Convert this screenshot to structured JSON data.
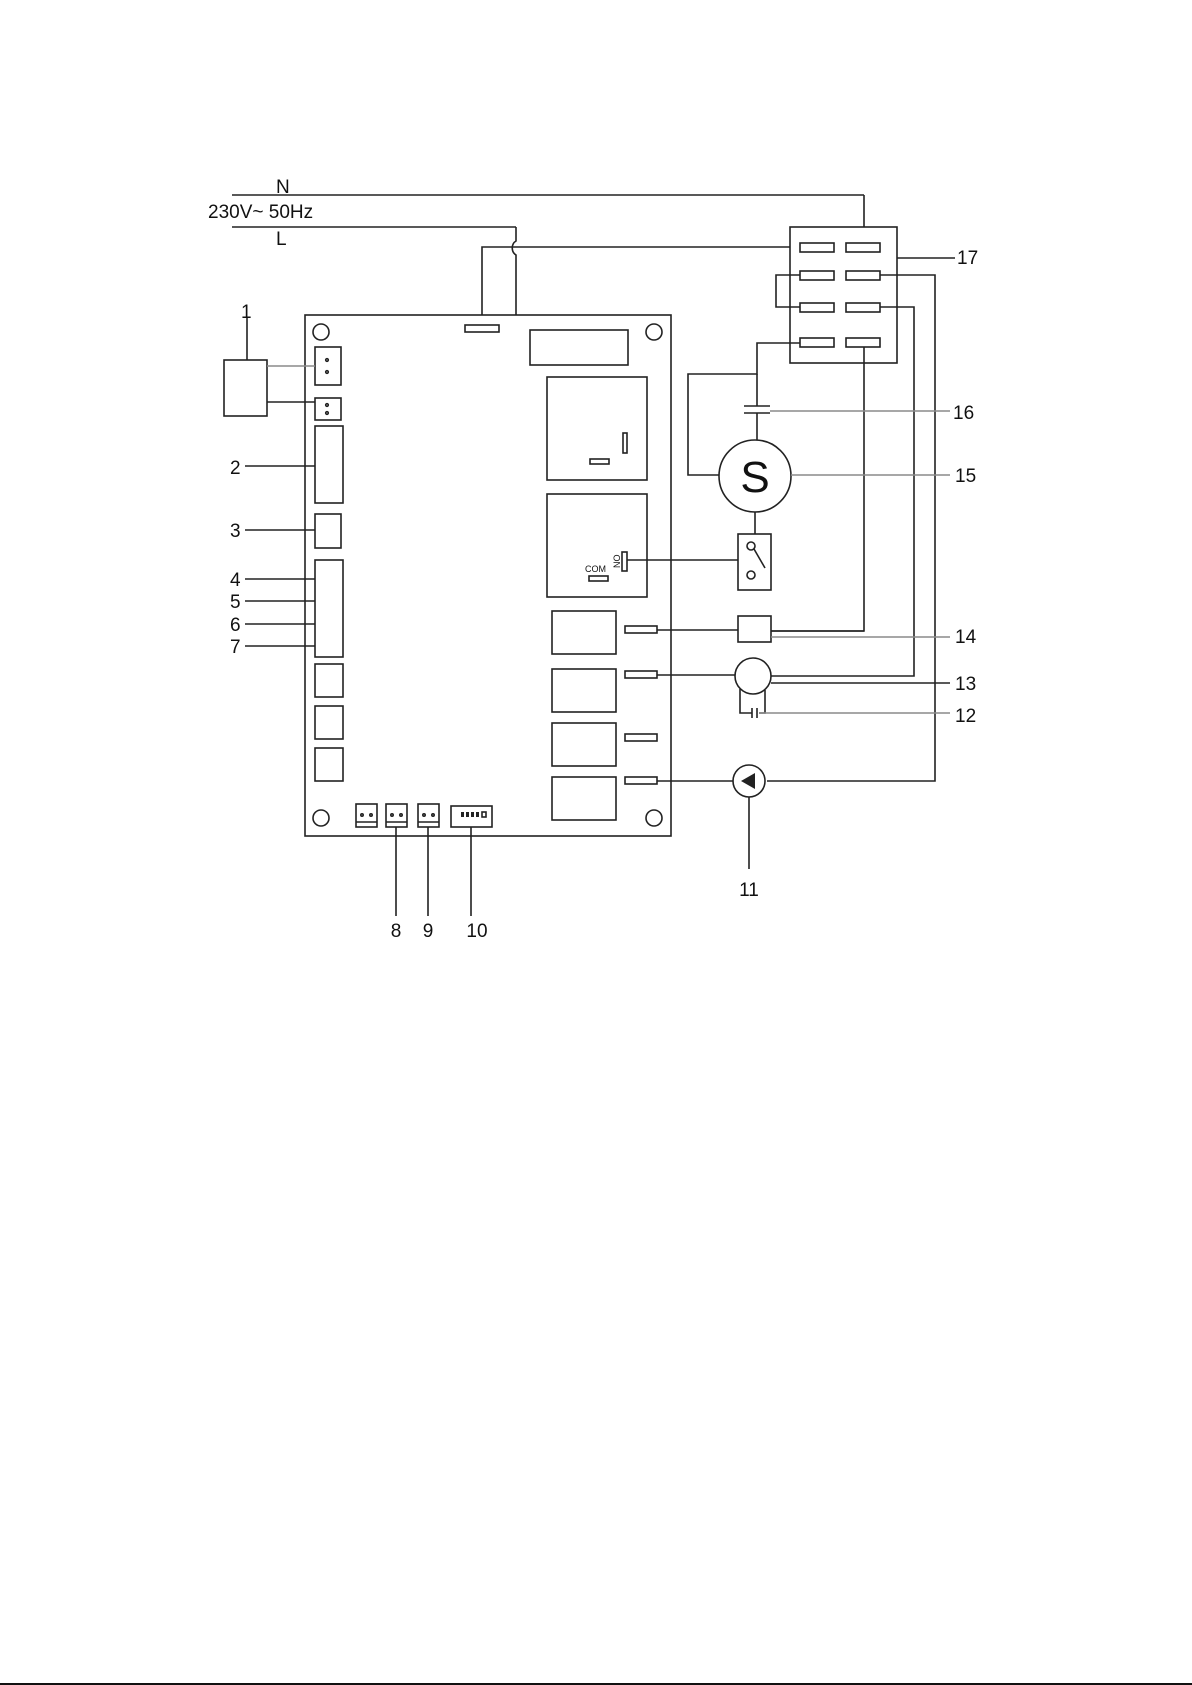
{
  "supply": {
    "neutral": "N",
    "voltage": "230V~ 50Hz",
    "live": "L"
  },
  "relay_contacts": {
    "com": "COM",
    "no": "NO"
  },
  "motor_symbol": "S",
  "callouts": {
    "c1": "1",
    "c2": "2",
    "c3": "3",
    "c4": "4",
    "c5": "5",
    "c6": "6",
    "c7": "7",
    "c8": "8",
    "c9": "9",
    "c10": "10",
    "c11": "11",
    "c12": "12",
    "c13": "13",
    "c14": "14",
    "c15": "15",
    "c16": "16",
    "c17": "17"
  },
  "icons": {
    "pump": "pump-symbol-icon",
    "switch": "switch-symbol-icon",
    "capacitor": "capacitor-symbol-icon",
    "motor": "motor-symbol-icon"
  }
}
